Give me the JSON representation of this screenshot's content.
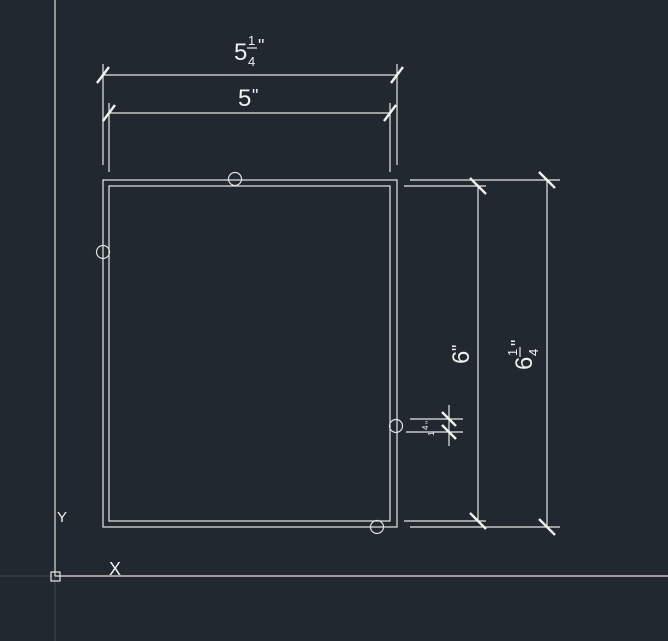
{
  "drawing": {
    "dimensions": {
      "outer_width": {
        "whole": "5",
        "num": "1",
        "den": "4",
        "unit": "\""
      },
      "inner_width": {
        "whole": "5",
        "unit": "\""
      },
      "inner_height": {
        "whole": "6",
        "unit": "\""
      },
      "outer_height": {
        "whole": "6",
        "num": "1",
        "den": "4",
        "unit": "\""
      },
      "wall": {
        "num": "1",
        "den": "4",
        "unit": "\""
      }
    },
    "ucs": {
      "x_label": "X",
      "y_label": "Y"
    }
  },
  "colors": {
    "background": "#212830",
    "lines": "#e8e8e8"
  }
}
